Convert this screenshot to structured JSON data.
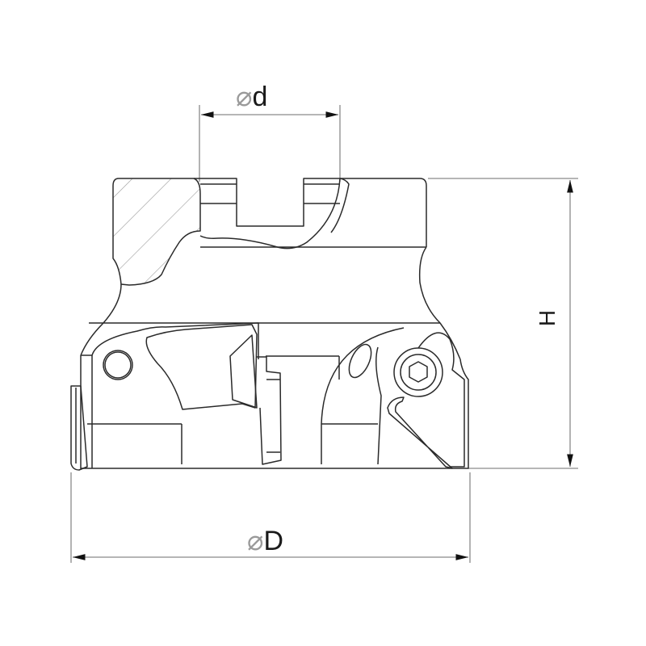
{
  "drawing": {
    "subject": "face mill cutter body with indexable inserts",
    "view": "side elevation with partial section (hatched)",
    "line_color": "#2a2a2a",
    "dim_line_color": "#8a8a8a",
    "hatch_color": "#9a9a9a"
  },
  "dimensions": {
    "bore": {
      "symbol": "⌀",
      "label": "d",
      "orientation": "horizontal",
      "position": "top"
    },
    "height": {
      "symbol": "",
      "label": "H",
      "orientation": "vertical",
      "position": "right"
    },
    "outer": {
      "symbol": "⌀",
      "label": "D",
      "orientation": "horizontal",
      "position": "bottom"
    }
  }
}
